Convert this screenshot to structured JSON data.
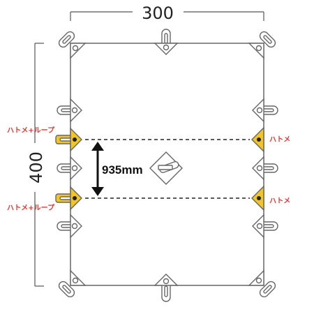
{
  "dimensions": {
    "width_label": "300",
    "height_label": "400",
    "gap_label": "935mm"
  },
  "labels": {
    "left_upper": "ハトメ+ループ",
    "left_lower": "ハトメ+ループ",
    "right_upper": "ハトメ",
    "right_lower": "ハトメ"
  },
  "colors": {
    "highlight": "#f2c523",
    "label": "#e8352f",
    "outline": "#666666"
  }
}
